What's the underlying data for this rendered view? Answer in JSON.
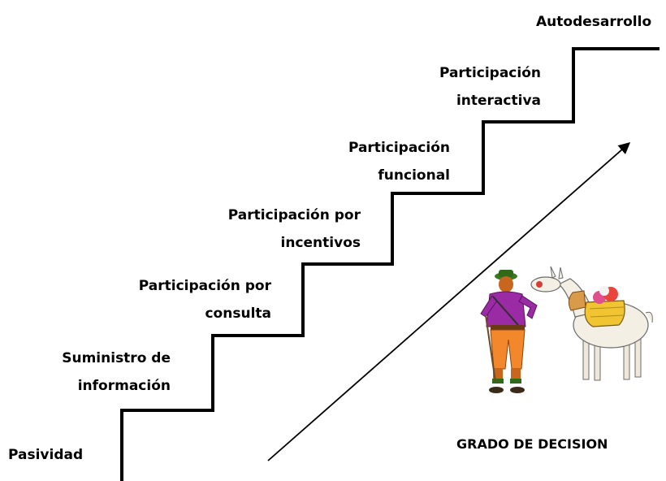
{
  "steps": [
    {
      "line1": "Pasividad",
      "line2": ""
    },
    {
      "line1": "Suministro de",
      "line2": "información"
    },
    {
      "line1": "Participación por",
      "line2": "consulta"
    },
    {
      "line1": "Participación por",
      "line2": "incentivos"
    },
    {
      "line1": "Participación",
      "line2": "funcional"
    },
    {
      "line1": "Participación",
      "line2": "interactiva"
    },
    {
      "line1": "Autodesarrollo",
      "line2": ""
    }
  ],
  "axis_label": "GRADO DE DECISION",
  "illustration": {
    "person": "andean-farmer-figure",
    "animal": "llama-with-basket-figure"
  },
  "colors": {
    "stairs": "#000000",
    "person_shirt": "#9b2ba4",
    "person_skin": "#c9661e",
    "person_pants": "#f2872b",
    "person_hat": "#3d7a1f",
    "llama": "#f4efe4",
    "basket": "#f0c531"
  }
}
